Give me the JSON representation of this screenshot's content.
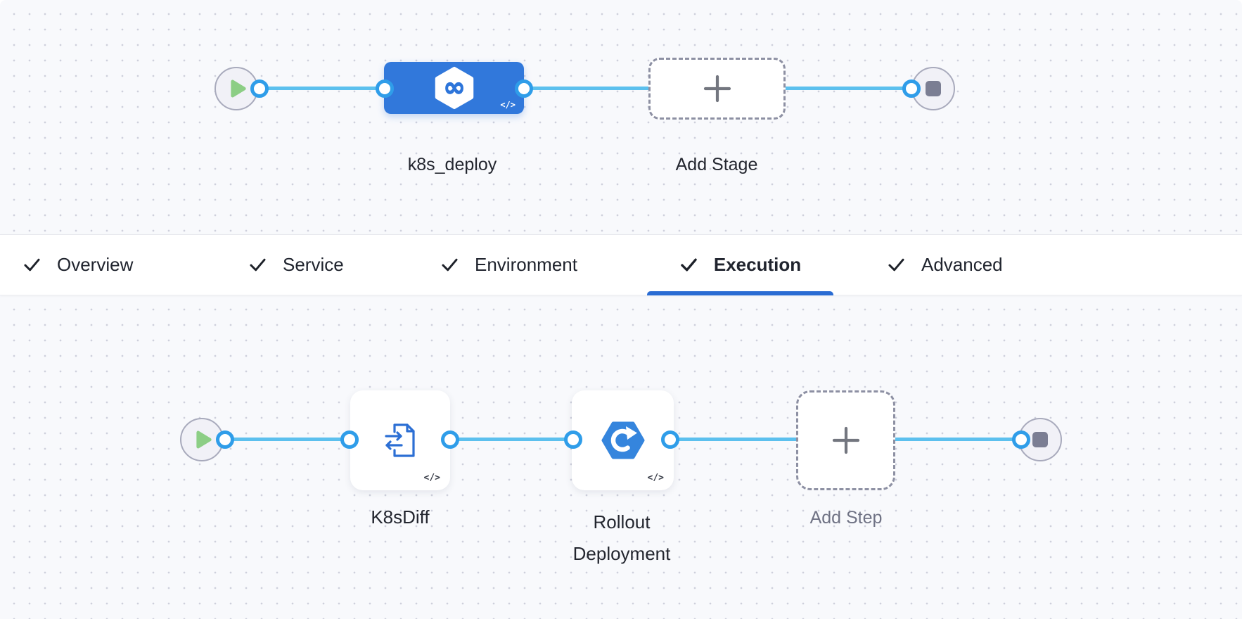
{
  "stage_pipeline": {
    "stage": {
      "label": "k8s_deploy",
      "code_badge": "</>",
      "icon": "harness-infinity-icon"
    },
    "add_stage": {
      "label": "Add Stage"
    }
  },
  "tab_bar": {
    "tabs": [
      {
        "label": "Overview",
        "checked": true,
        "active": false
      },
      {
        "label": "Service",
        "checked": true,
        "active": false
      },
      {
        "label": "Environment",
        "checked": true,
        "active": false
      },
      {
        "label": "Execution",
        "checked": true,
        "active": true
      },
      {
        "label": "Advanced",
        "checked": true,
        "active": false
      }
    ],
    "active_tab": "Execution"
  },
  "execution_pipeline": {
    "steps": [
      {
        "label": "K8sDiff",
        "code_badge": "</>",
        "icon": "k8s-diff-icon"
      },
      {
        "label": "Rollout Deployment",
        "code_badge": "</>",
        "icon": "rollout-deployment-icon"
      }
    ],
    "add_step": {
      "label": "Add Step"
    }
  },
  "icons": {
    "play-icon": "▶",
    "stop-icon": "■",
    "plus-icon": "+",
    "check-icon": "✓"
  },
  "colors": {
    "stage_node_blue": "#3178db",
    "connector_blue": "#5cc0ee",
    "port_ring_blue": "#2f9de9",
    "active_tab_underline": "#2a6cd3",
    "play_green": "#8cce85",
    "stop_gray": "#7b7e93",
    "canvas_background": "#f8f9fc",
    "dashed_border_gray": "#8d90a3"
  }
}
